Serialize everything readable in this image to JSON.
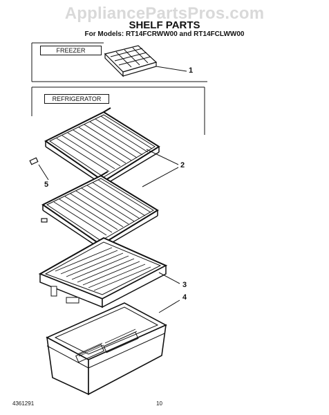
{
  "watermark": "AppliancePartsPros.com",
  "title": "SHELF PARTS",
  "subtitle": "For Models: RT14FCRWW00 and RT14FCLWW00",
  "sections": {
    "freezer": "FREEZER",
    "refrigerator": "REFRIGERATOR"
  },
  "callouts": [
    "1",
    "2",
    "5",
    "3",
    "4"
  ],
  "footer": {
    "doc_number": "4361291",
    "page_number": "10"
  }
}
